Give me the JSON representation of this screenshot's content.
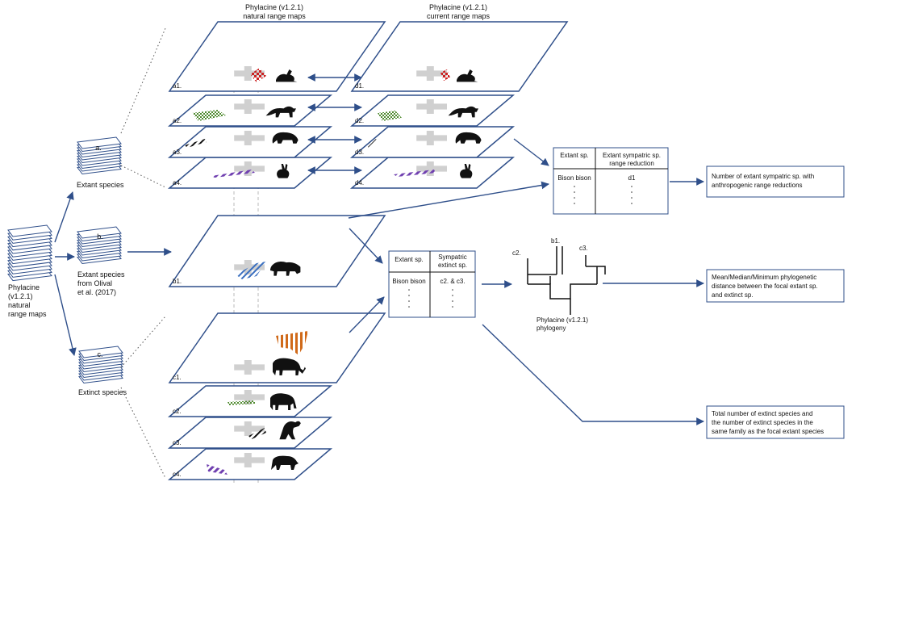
{
  "headers": {
    "natural_line1": "Phylacine (v1.2.1)",
    "natural_line2": "natural range maps",
    "current_line1": "Phylacine (v1.2.1)",
    "current_line2": "current range maps"
  },
  "source_stack": {
    "line1": "Phylacine",
    "line2": "(v1.2.1)",
    "line3": "natural",
    "line4": "range maps"
  },
  "groups": {
    "a_label": "a.",
    "a_caption": "Extant species",
    "b_label": "b.",
    "b_caption_line1": "Extant species",
    "b_caption_line2": "from Olival",
    "b_caption_line3": "et al. (2017)",
    "c_label": "c.",
    "c_caption": "Extinct species"
  },
  "layers": {
    "a1": "a1.",
    "a2": "a2.",
    "a3": "a3.",
    "a4": "a4.",
    "d1": "d1.",
    "d2": "d2.",
    "d3": "d3.",
    "d4": "d4.",
    "b1": "b1.",
    "c1": "c1.",
    "c2": "c2.",
    "c3": "c3.",
    "c4": "c4."
  },
  "table_reduction": {
    "col1_header": "Extant sp.",
    "col2_header_line1": "Extant sympatric sp.",
    "col2_header_line2": "range reduction",
    "row1_col1": "Bison bison",
    "row1_col2": "d1"
  },
  "table_extinct": {
    "col1_header": "Extant sp.",
    "col2_header_line1": "Sympatric",
    "col2_header_line2": "extinct sp.",
    "row1_col1": "Bison bison",
    "row1_col2": "c2. & c3."
  },
  "phylogeny": {
    "tip_c2": "c2.",
    "tip_b1": "b1.",
    "tip_c3": "c3.",
    "label_line1": "Phylacine (v1.2.1)",
    "label_line2": "phylogeny"
  },
  "outputs": {
    "out1_line1": "Number of extant sympatric sp. with",
    "out1_line2": "anthropogenic range  reductions",
    "out2_line1": "Mean/Median/Minimum phylogenetic",
    "out2_line2": "distance between the focal extant sp.",
    "out2_line3": "and extinct sp.",
    "out3_line1": "Total number of extinct species and",
    "out3_line2": "the number of extinct species in the",
    "out3_line3": "same family as the focal extant species"
  },
  "icons": {
    "a1": "rodent-silhouette-icon",
    "a2": "cheetah-silhouette-icon",
    "a3": "bear-silhouette-icon",
    "a4": "rabbit-silhouette-icon",
    "b1": "bison-silhouette-icon",
    "c1": "mammoth-silhouette-icon",
    "c2": "elephant-silhouette-icon",
    "c3": "ground-sloth-silhouette-icon",
    "c4": "short-faced-bear-silhouette-icon"
  },
  "colors": {
    "layer_stroke": "#2f4f8a",
    "arrow": "#2f4f8a",
    "range_red": "#cc2020",
    "range_green": "#4f8a2f",
    "range_purple": "#7040b0",
    "range_blue": "#3a6fc0",
    "range_orange": "#d06a1a",
    "continent_gray": "#d0d0d0"
  }
}
